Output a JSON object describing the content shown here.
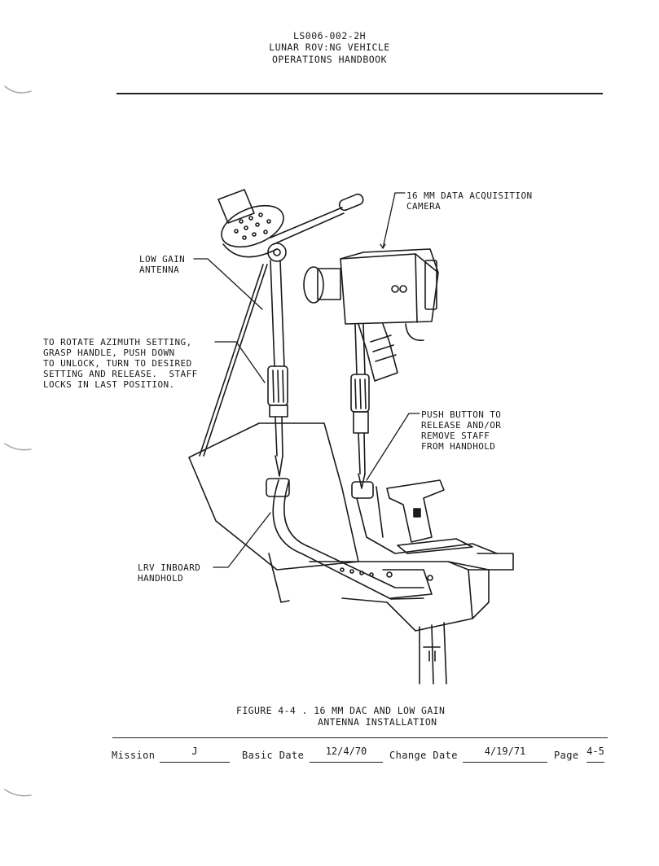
{
  "header": {
    "doc_number": "LS006-002-2H",
    "title_line1": "LUNAR ROV:NG VEHICLE",
    "title_line2": "OPERATIONS HANDBOOK"
  },
  "callouts": {
    "camera": "16 MM DATA ACQUISITION\nCAMERA",
    "antenna": "LOW GAIN\nANTENNA",
    "azimuth": "TO ROTATE AZIMUTH SETTING,\nGRASP HANDLE, PUSH DOWN\nTO UNLOCK, TURN TO DESIRED\nSETTING AND RELEASE.  STAFF\nLOCKS IN LAST POSITION.",
    "push_button": "PUSH BUTTON TO\nRELEASE AND/OR\nREMOVE STAFF\nFROM HANDHOLD",
    "handhold": "LRV INBOARD\nHANDHOLD"
  },
  "caption": {
    "line1": "FIGURE 4-4 .  16 MM DAC AND LOW GAIN",
    "line2": "ANTENNA INSTALLATION"
  },
  "footer": {
    "mission_label": "Mission",
    "mission_value": "J",
    "basic_date_label": "Basic Date",
    "basic_date_value": "12/4/70",
    "change_date_label": "Change Date",
    "change_date_value": "4/19/71",
    "page_label": "Page",
    "page_value": "4-5"
  }
}
